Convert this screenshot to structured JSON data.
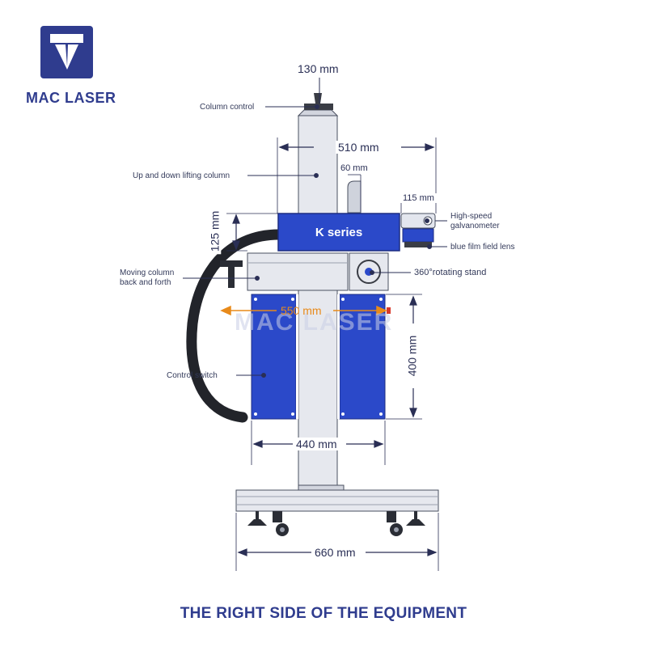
{
  "brand": {
    "name": "MAC LASER"
  },
  "caption": "THE RIGHT SIDE OF THE EQUIPMENT",
  "watermark": "MAC LASER",
  "head_label": "K series",
  "labels": {
    "column_control": "Column control",
    "lifting_column": "Up and down lifting column",
    "galvanometer_line1": "High-speed",
    "galvanometer_line2": "galvanometer",
    "field_lens": "blue film field lens",
    "rotating_stand": "360°rotating stand",
    "moving_column_line1": "Moving column",
    "moving_column_line2": "back and forth",
    "control_switch": "Control switch"
  },
  "dimensions": {
    "top_width": "130 mm",
    "head_span": "510 mm",
    "head_small": "60 mm",
    "galvo_width": "115 mm",
    "head_height": "125 mm",
    "cabinet_reach": "550 mm",
    "cabinet_height": "400 mm",
    "cabinet_width": "440 mm",
    "base_width": "660 mm"
  },
  "colors": {
    "brand": "#2f3c8e",
    "panel_blue": "#2b49c9",
    "frame_grey": "#e6e8ee",
    "outline": "#4a5060",
    "dimension": "#2a2f55",
    "highlight": "#e88a1a"
  }
}
